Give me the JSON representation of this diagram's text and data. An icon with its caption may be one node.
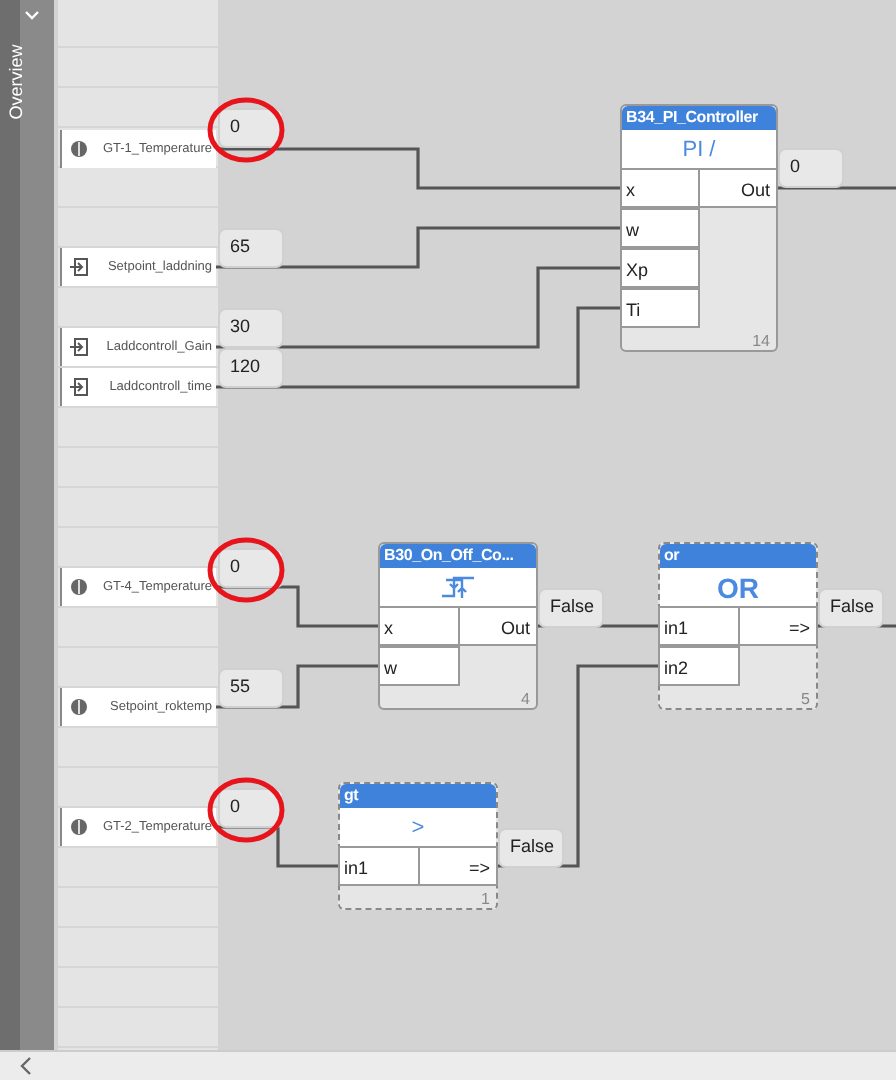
{
  "diagram": {
    "nodes": [
      {
        "text": [
          "GT-1_Temperature"
        ],
        "beside": [
          "0"
        ]
      },
      {
        "text": [
          "Setpoint_laddning"
        ],
        "beside": [
          "65"
        ]
      },
      {
        "text": [
          "Laddcontroll_Gain"
        ],
        "beside": [
          "30"
        ]
      },
      {
        "text": [
          "Laddcontroll_time"
        ],
        "beside": [
          "120"
        ]
      },
      {
        "text": [
          "B34_PI_Controller",
          "PI /",
          "x",
          "w",
          "Xp",
          "Ti",
          "Out",
          "14"
        ],
        "beside": [
          "0"
        ]
      },
      {
        "text": [
          "GT-4_Temperature"
        ],
        "beside": [
          "0"
        ]
      },
      {
        "text": [
          "Setpoint_roktemp"
        ],
        "beside": [
          "55"
        ]
      },
      {
        "text": [
          "GT-2_Temperature"
        ],
        "beside": [
          "0"
        ]
      },
      {
        "text": [
          "B30_On_Off_Co...",
          "x",
          "w",
          "Out",
          "4"
        ],
        "beside": [
          "False"
        ]
      },
      {
        "text": [
          "or",
          "OR",
          "in1",
          "in2",
          "=>",
          "5"
        ],
        "beside": [
          "False"
        ]
      },
      {
        "text": [
          "gt",
          ">",
          "in1",
          "=>",
          "1"
        ],
        "beside": [
          "False"
        ]
      }
    ],
    "edges": [
      {
        "from": 0,
        "to": 4,
        "arrow": "none"
      },
      {
        "from": 1,
        "to": 4,
        "arrow": "none"
      },
      {
        "from": 2,
        "to": 4,
        "arrow": "none"
      },
      {
        "from": 3,
        "to": 4,
        "arrow": "none"
      },
      {
        "from": 4,
        "to": null,
        "arrow": "none"
      },
      {
        "from": 5,
        "to": 8,
        "arrow": "none"
      },
      {
        "from": 6,
        "to": 8,
        "arrow": "none"
      },
      {
        "from": 8,
        "to": 9,
        "arrow": "none"
      },
      {
        "from": 7,
        "to": 10,
        "arrow": "none"
      },
      {
        "from": 10,
        "to": 9,
        "arrow": "none"
      },
      {
        "from": 9,
        "to": null,
        "arrow": "none"
      }
    ],
    "labels": [
      "Overview"
    ]
  }
}
